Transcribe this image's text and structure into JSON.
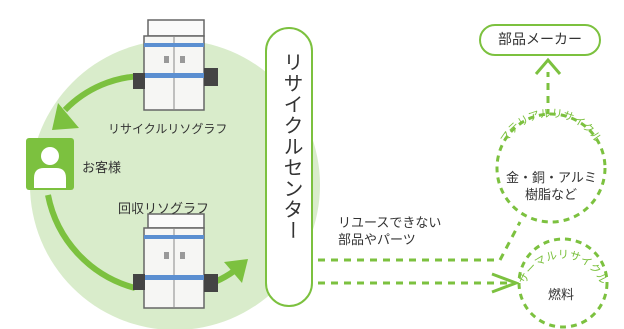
{
  "nodes": {
    "recycle_center": "リサイクルセンター",
    "parts_maker": "部品メーカー",
    "customer": "お客様",
    "recycled_riso": "リサイクルリソグラフ",
    "collected_riso": "回収リソグラフ"
  },
  "labels": {
    "unreusable_line1": "リユースできない",
    "unreusable_line2": "部品やパーツ",
    "metals_line1": "金・銅・アルミ",
    "metals_line2": "樹脂など",
    "fuel": "燃料"
  },
  "badges": {
    "material_recycle": "マテリアルリサイクル",
    "thermal_recycle": "サーマルリサイクル"
  },
  "colors": {
    "green": "#7cc13f",
    "light_green_bg": "#d9eccb",
    "dark_text": "#333333"
  },
  "icons": [
    "person-icon",
    "printer-icon"
  ]
}
